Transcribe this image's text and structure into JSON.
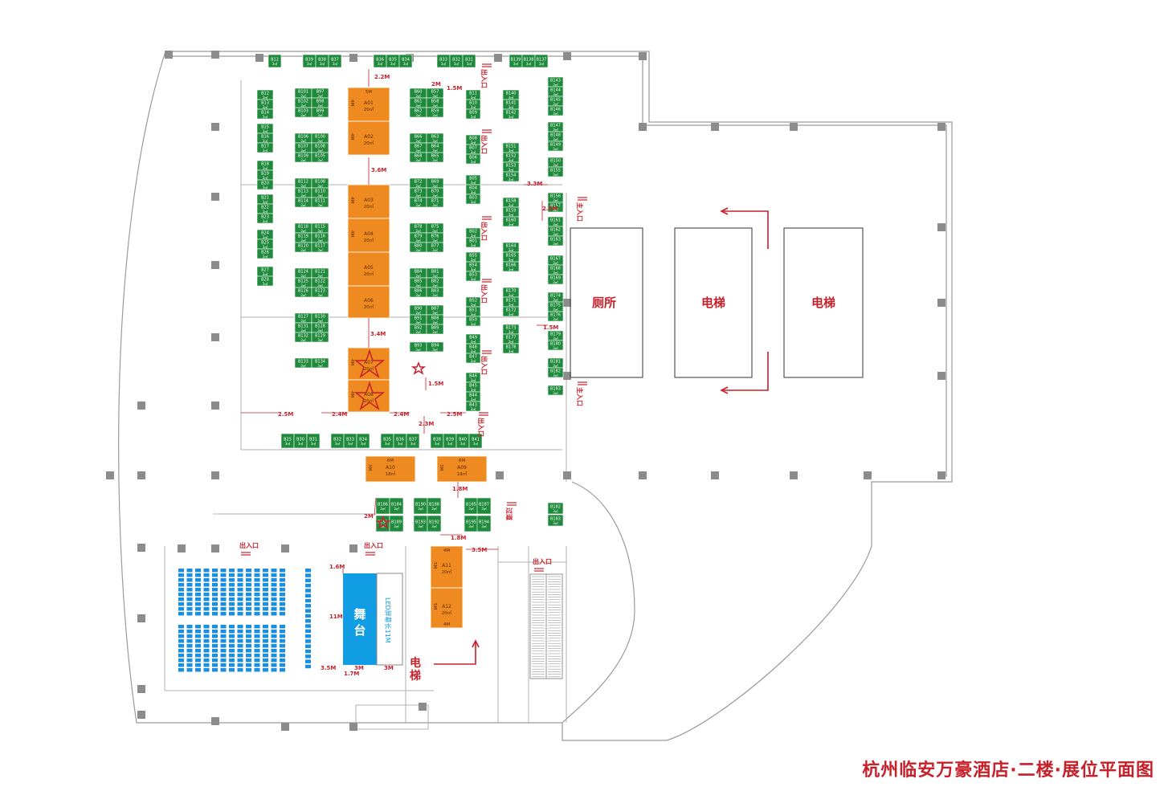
{
  "title": "杭州临安万豪酒店·二楼·展位平面图",
  "colors": {
    "green": "#1f8a3c",
    "orange": "#ee8a1f",
    "red": "#c8202a",
    "blue": "#119de4",
    "seat": "#1a8fe0",
    "wall": "#9a9a9a",
    "pillar": "#8c8c8c"
  },
  "labels": {
    "restroom": "厕所",
    "elevator": "电梯",
    "stage_line1": "舞",
    "stage_line2": "台",
    "led": "LED屏幕长11M",
    "exit": "出入口",
    "main_entrance": "主入口",
    "passage": "过道"
  },
  "orange_booths": [
    {
      "id": "A01",
      "area": "20㎡",
      "top": "5M",
      "side": "4M"
    },
    {
      "id": "A02",
      "area": "20㎡",
      "side": "4M"
    },
    {
      "id": "A03",
      "area": "20㎡",
      "side": "4M"
    },
    {
      "id": "A04",
      "area": "20㎡",
      "side": "4M"
    },
    {
      "id": "A05",
      "area": "20㎡"
    },
    {
      "id": "A06",
      "area": "20㎡"
    },
    {
      "id": "A07",
      "area": "20㎡",
      "side": "4M"
    },
    {
      "id": "A08",
      "area": "20㎡",
      "side": "4M"
    },
    {
      "id": "A10",
      "area": "18㎡",
      "top": "6M",
      "side": "3M"
    },
    {
      "id": "A09",
      "area": "18㎡",
      "top": "6M",
      "side": "3M"
    },
    {
      "id": "A11",
      "area": "20㎡",
      "top": "4M",
      "side": "5M"
    },
    {
      "id": "A12",
      "area": "20㎡",
      "side": "5M",
      "bottom": "4M"
    }
  ],
  "green_cols": [
    {
      "rows": [
        [
          "B12"
        ],
        [
          "B13"
        ],
        [
          "B14"
        ],
        [
          "B15"
        ],
        [
          "B16"
        ],
        [
          "B17"
        ],
        [
          "B18"
        ],
        [
          "B19"
        ],
        [
          "B20"
        ],
        [
          "B21"
        ],
        [
          "B22"
        ],
        [
          "B23"
        ],
        [
          "B24"
        ],
        [
          "B25"
        ],
        [
          "B26"
        ],
        [
          "B27"
        ],
        [
          "B28"
        ]
      ]
    },
    {
      "rows": [
        [
          "B101",
          "B97"
        ],
        [
          "B102",
          "B98"
        ],
        [
          "B103",
          "B99"
        ],
        [
          "B106",
          "B100"
        ],
        [
          "B107",
          "B108"
        ],
        [
          "B109",
          "B105"
        ],
        [
          "B112",
          "B108"
        ],
        [
          "B113",
          "B110"
        ],
        [
          "B114",
          "B111"
        ],
        [
          "B118",
          "B115"
        ],
        [
          "B119",
          "B116"
        ],
        [
          "B120",
          "B117"
        ],
        [
          "B124",
          "B121"
        ],
        [
          "B125",
          "B122"
        ],
        [
          "B126",
          "B123"
        ],
        [
          "B127",
          "B130"
        ],
        [
          "B131",
          "B128"
        ],
        [
          "B132",
          "B129"
        ],
        [
          "B133",
          "B134"
        ]
      ]
    },
    {
      "rows": [
        [
          "B60",
          "B57"
        ],
        [
          "B61",
          "B58"
        ],
        [
          "B62",
          "B59"
        ],
        [
          "B66",
          "B63"
        ],
        [
          "B67",
          "B64"
        ],
        [
          "B68",
          "B65"
        ],
        [
          "B72",
          "B69"
        ],
        [
          "B73",
          "B70"
        ],
        [
          "B74",
          "B71"
        ],
        [
          "B78",
          "B75"
        ],
        [
          "B79",
          "B76"
        ],
        [
          "B80",
          "B77"
        ],
        [
          "B84",
          "B81"
        ],
        [
          "B85",
          "B82"
        ],
        [
          "B86",
          "B83"
        ],
        [
          "B90",
          "B87"
        ],
        [
          "B91",
          "B88"
        ],
        [
          "B92",
          "B89"
        ],
        [
          "B93",
          "B94"
        ]
      ]
    },
    {
      "rows": [
        [
          "B11"
        ],
        [
          "B10"
        ],
        [
          "B09"
        ],
        [
          "B08"
        ],
        [
          "B07"
        ],
        [
          "B06"
        ],
        [
          "B05"
        ],
        [
          "B04"
        ],
        [
          "B03"
        ],
        [
          "B02"
        ],
        [
          "B01"
        ],
        [
          "B55"
        ],
        [
          "B54"
        ],
        [
          "B53"
        ],
        [
          "B52"
        ],
        [
          "B51"
        ],
        [
          "B50"
        ],
        [
          "B49"
        ],
        [
          "B48"
        ],
        [
          "B47"
        ],
        [
          "B46"
        ],
        [
          "B45"
        ],
        [
          "B44"
        ],
        [
          "B43"
        ]
      ]
    },
    {
      "rows": [
        [
          "B140"
        ],
        [
          "B141"
        ],
        [
          "B142"
        ],
        [
          "B151"
        ],
        [
          "B152"
        ],
        [
          "B153"
        ],
        [
          "B154"
        ],
        [
          "B158"
        ],
        [
          "B159"
        ],
        [
          "B160"
        ],
        [
          "B164"
        ],
        [
          "B165"
        ],
        [
          "B166"
        ],
        [
          "B170"
        ],
        [
          "B171"
        ],
        [
          "B172"
        ],
        [
          "B173"
        ],
        [
          "B177"
        ],
        [
          "B178"
        ]
      ]
    },
    {
      "rows": [
        [
          "B143"
        ],
        [
          "B144"
        ],
        [
          "B145"
        ],
        [
          "B146"
        ],
        [
          "B147"
        ],
        [
          "B148"
        ],
        [
          "B149"
        ],
        [
          "B150"
        ],
        [
          "B155"
        ],
        [
          "B156"
        ],
        [
          "B157"
        ],
        [
          "B161"
        ],
        [
          "B162"
        ],
        [
          "B163"
        ],
        [
          "B167"
        ],
        [
          "B168"
        ],
        [
          "B169"
        ],
        [
          "B174"
        ],
        [
          "B175"
        ],
        [
          "B176"
        ],
        [
          "B179"
        ],
        [
          "B180"
        ],
        [
          "B181"
        ],
        [
          "B182"
        ],
        [
          "B183"
        ]
      ]
    }
  ],
  "green_top_row": [
    "B12",
    "B39",
    "B38",
    "B37",
    "B36",
    "B35",
    "B34",
    "B33",
    "B32",
    "B31",
    "B139",
    "B138",
    "B137"
  ],
  "green_bottom_row": [
    "B25",
    "B30",
    "B31",
    "B32",
    "B33",
    "B34",
    "B35",
    "B36",
    "B37",
    "B38",
    "B39",
    "B40",
    "B41"
  ],
  "green_lower": [
    "B186",
    "B184",
    "B190",
    "B188",
    "B185",
    "B187",
    "B191",
    "B189",
    "B193",
    "B192",
    "B195",
    "B194"
  ],
  "measurements": [
    "2.2M",
    "2M",
    "1.5M",
    "3.6M",
    "3.4M",
    "1.5M",
    "2.5M",
    "2.4M",
    "2.4M",
    "2.5M",
    "2.3M",
    "1.8M",
    "1.8M",
    "3.5M",
    "2M",
    "3.3M",
    "2.5M",
    "1.5M",
    "1.6M",
    "11M",
    "3.5M",
    "1.7M",
    "3M",
    "3M"
  ]
}
